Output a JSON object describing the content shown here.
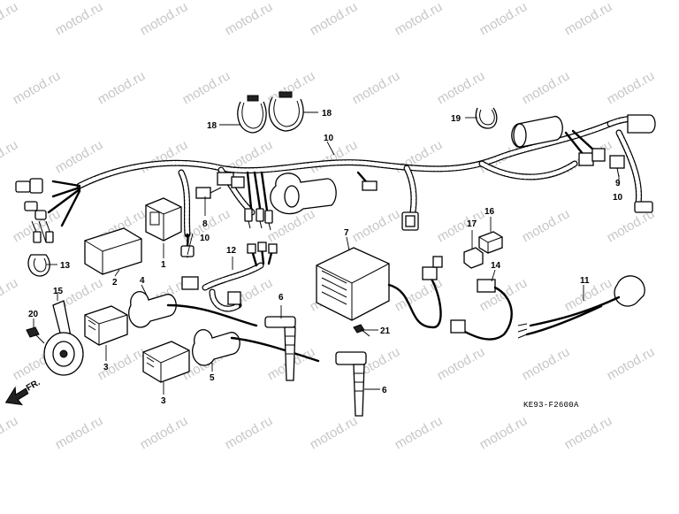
{
  "diagram": {
    "drawing_code": "KE93-F2600A",
    "front_marker": "FR.",
    "watermark": "motod.ru",
    "colors": {
      "line": "#000000",
      "background": "#ffffff",
      "watermark": "#c7c7c7"
    },
    "callouts": {
      "c1": "1",
      "c2": "2",
      "c3a": "3",
      "c3b": "3",
      "c4": "4",
      "c5": "5",
      "c6a": "6",
      "c6b": "6",
      "c7": "7",
      "c8": "8",
      "c9": "9",
      "c10a": "10",
      "c10b": "10",
      "c10c": "10",
      "c11": "11",
      "c12": "12",
      "c13": "13",
      "c14": "14",
      "c15": "15",
      "c16": "16",
      "c17": "17",
      "c18a": "18",
      "c18b": "18",
      "c19": "19",
      "c20": "20",
      "c21": "21"
    }
  }
}
